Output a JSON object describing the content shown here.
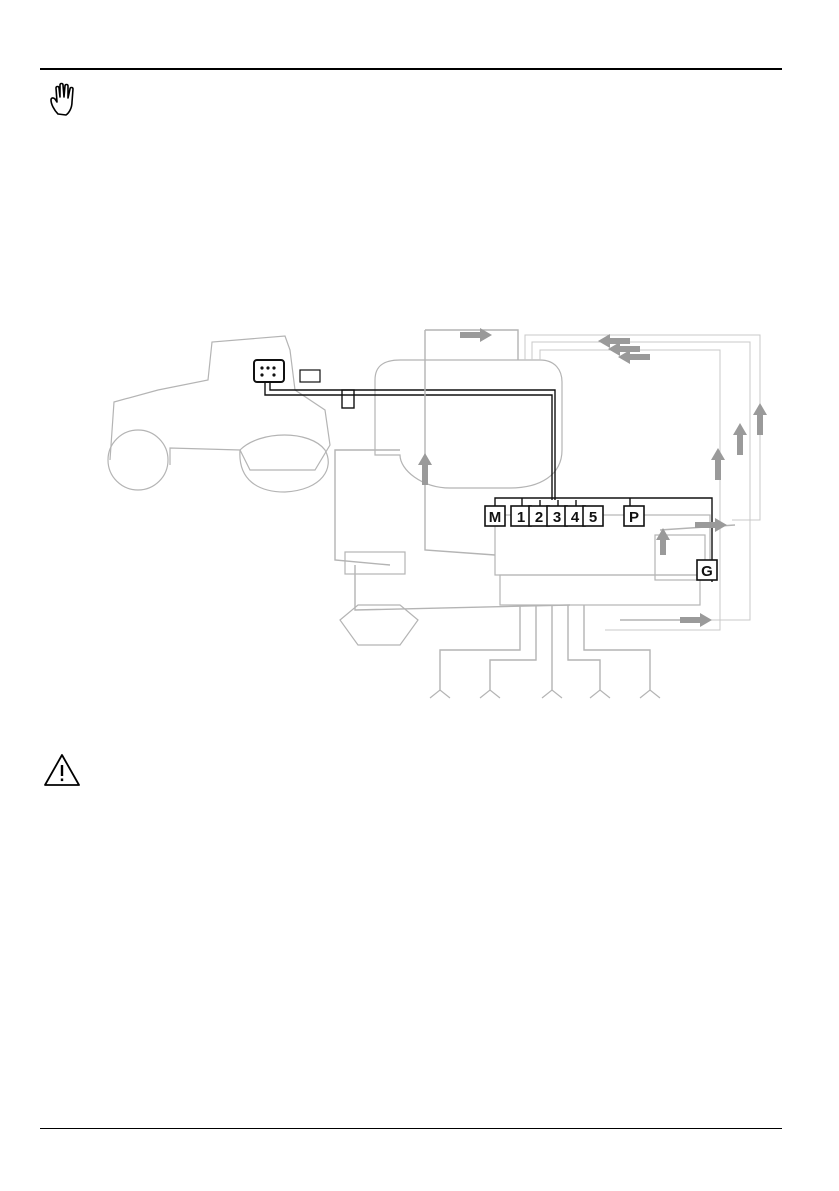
{
  "page": {
    "number": ""
  },
  "icons": {
    "header_note": "hand-stop-icon",
    "caution": "warning-triangle-icon"
  },
  "diagram": {
    "labels": {
      "main_valve": "M",
      "section_1": "1",
      "section_2": "2",
      "section_3": "3",
      "section_4": "4",
      "section_5": "5",
      "pressure_valve": "P",
      "flow_meter": "G"
    },
    "section_count": 5,
    "colors": {
      "line": "#111111",
      "ghost_outline": "#b4b4b4",
      "flow_arrow": "#9a9a9a"
    }
  }
}
